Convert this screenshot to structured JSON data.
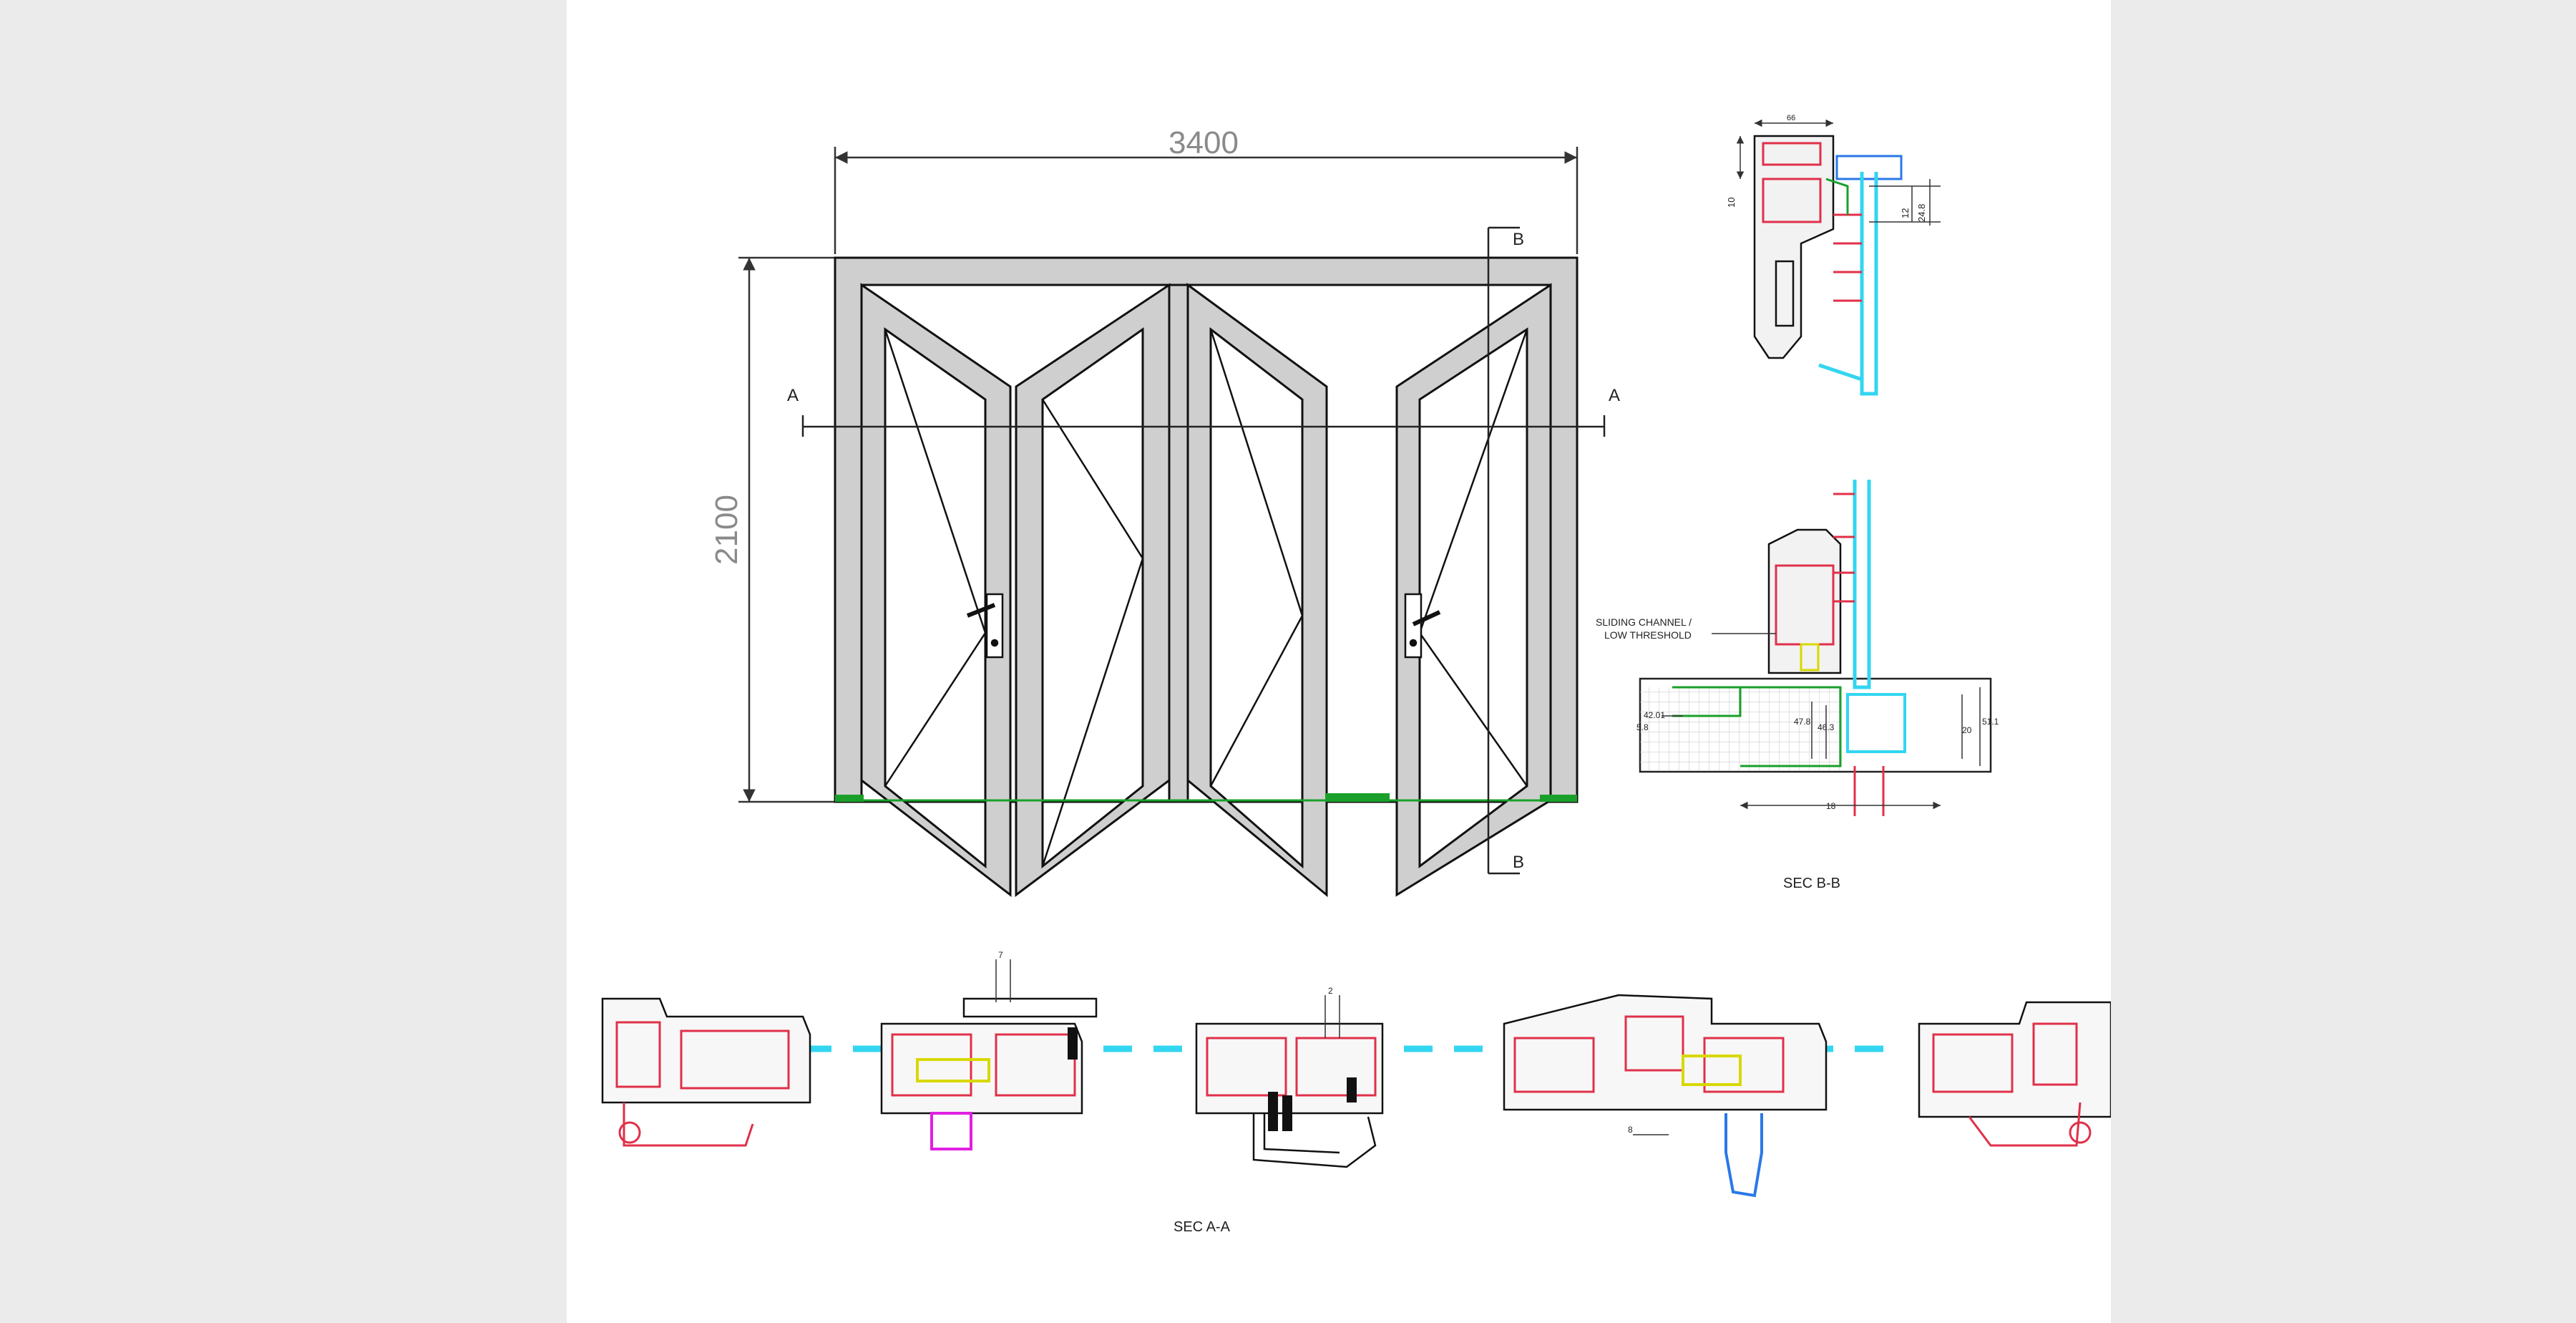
{
  "elevation": {
    "width_dimension": "3400",
    "height_dimension": "2100",
    "section_a_marker": "A",
    "section_b_marker": "B"
  },
  "sections": {
    "sec_bb_title": "SEC B-B",
    "sec_aa_title": "SEC A-A",
    "threshold_note_line1": "SLIDING CHANNEL /",
    "threshold_note_line2": "LOW THRESHOLD"
  },
  "sec_bb_dimensions": {
    "top_width": "66",
    "frame_height": "10",
    "overlap": "12",
    "total_height": "24.8",
    "left_a": "42.01",
    "left_b": "5.8",
    "mid_a": "47.8",
    "mid_b": "46.3",
    "right_a": "51.1",
    "right_b": "20",
    "bottom_width": "18"
  },
  "sec_aa_dimensions": {
    "gap_a": "7",
    "gap_b": "2",
    "gap_c": "8"
  },
  "colors": {
    "frame_fill": "#cfcfcf",
    "line": "#111111",
    "dimension": "#8a8a8a",
    "threshold_green": "#1aa02a",
    "seal_cyan": "#33d6f0",
    "reinforcement_red": "#e0304a",
    "hardware_yellow": "#d8d800",
    "hardware_magenta": "#e020e0",
    "hardware_blue": "#2a78e8"
  }
}
